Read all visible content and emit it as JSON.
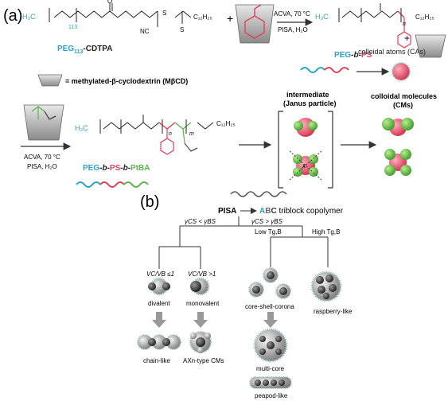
{
  "panel_a": {
    "label": "(a)",
    "reactant1": "PEG",
    "reactant1_sub": "113",
    "reactant1_suffix": "-CDTPA",
    "cond1_a": "ACVA, 70 °C",
    "cond1_b": "PISA, H₂O",
    "product1_a": "PEG",
    "product1_b": "-b-",
    "product1_c": "PS",
    "ca_label": "colloidal atoms (CAs)",
    "mbcd_legend": "= methylated-β-cyclodextrin (MβCD)",
    "cond2_a": "ACVA, 70 °C",
    "cond2_b": "PISA, H₂O",
    "product2_a": "PEG",
    "product2_b": "-b-",
    "product2_c": "PS",
    "product2_d": "-b-",
    "product2_e": "PtBA",
    "intermediate_1": "intermediate",
    "intermediate_2": "(Janus particle)",
    "cm_1": "colloidal molecules",
    "cm_2": "(CMs)",
    "n_label": "n",
    "m_label": "m",
    "sub113": "113",
    "chem_h3c": "H₃C",
    "chem_o": "O",
    "chem_s": "S",
    "chem_nc": "NC",
    "chem_c12": "C₁₂H₂₅",
    "chem_x": "x"
  },
  "panel_b": {
    "label": "(b)",
    "pisa": "PISA",
    "abc_a": "A",
    "abc_b": "B",
    "abc_c": "C",
    "abc_rest": " triblock copolymer",
    "left_cond": "γCS < γBS",
    "right_cond": "γCS > γBS",
    "vc_le": "VC/VB ≤1",
    "vc_gt": "VC/VB >1",
    "low_tg": "Low Tg,B",
    "high_tg": "High Tg,B",
    "divalent": "divalent",
    "monovalent": "monovalent",
    "core_shell": "core-shell-corona",
    "raspberry": "raspberry-like",
    "chain": "chain-like",
    "axn": "AXn-type CMs",
    "multicore": "multi-core",
    "peapod": "peapod-like"
  },
  "colors": {
    "peg": "#2aa3c6",
    "ps": "#e0405a",
    "ptba": "#5ab54a",
    "dark": "#222222"
  }
}
